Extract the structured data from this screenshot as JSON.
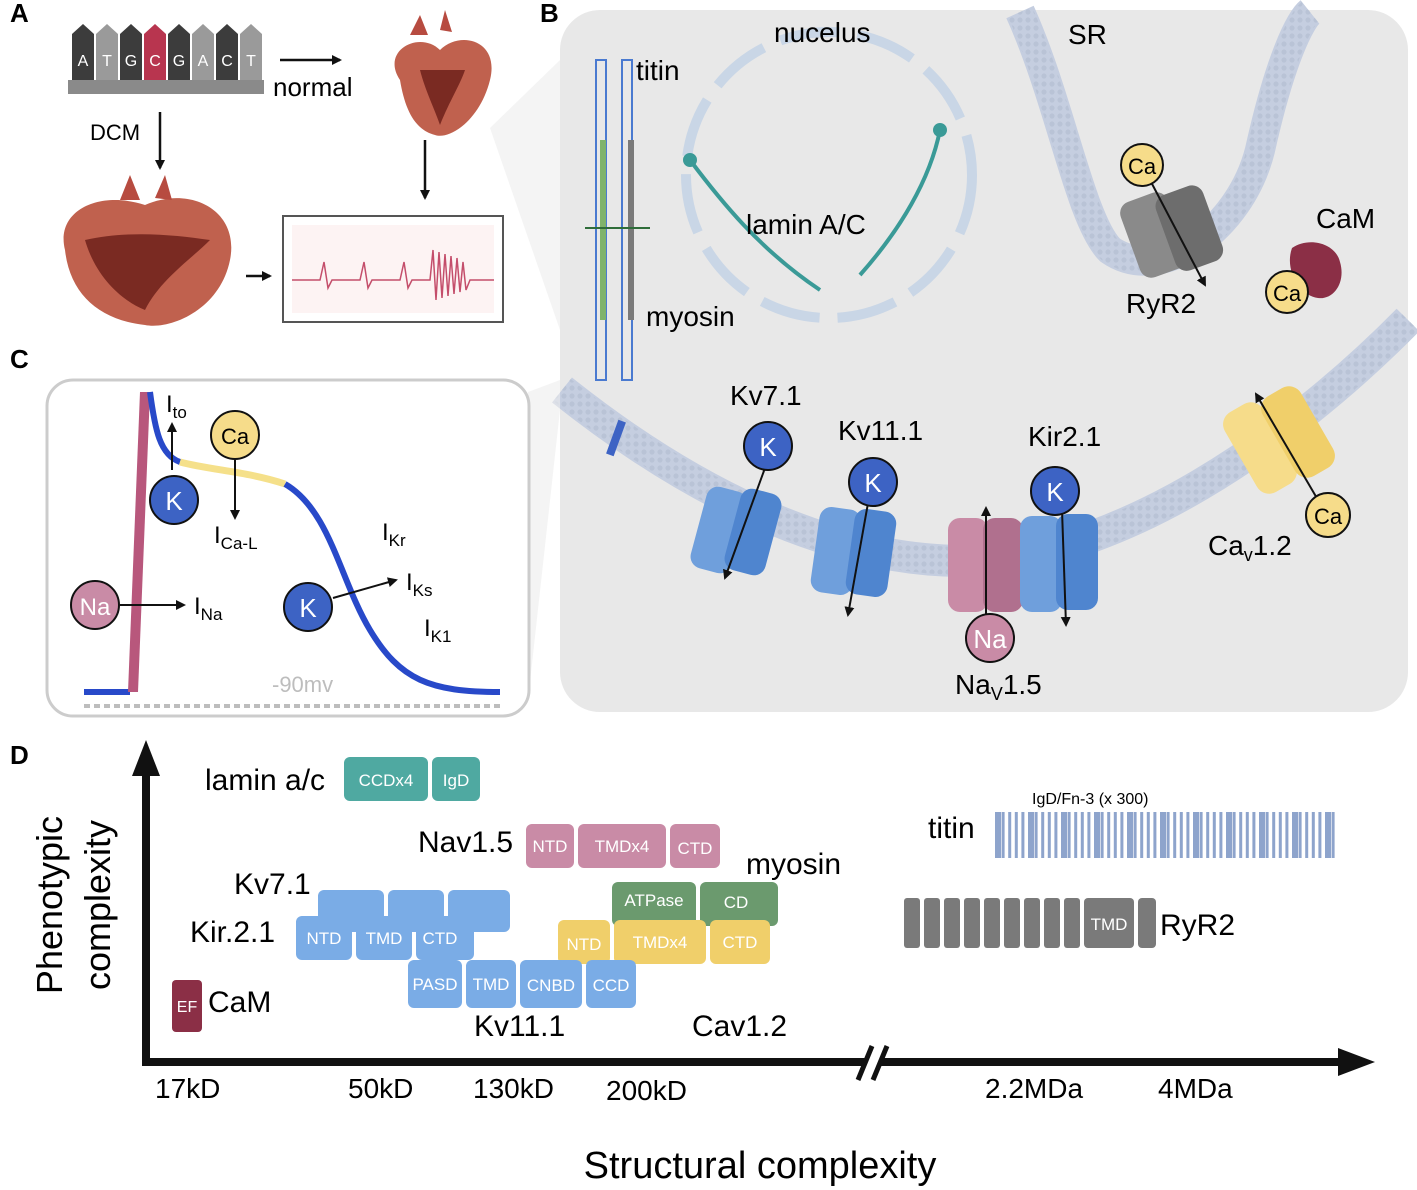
{
  "panels": {
    "a": "A",
    "b": "B",
    "c": "C",
    "d": "D"
  },
  "panel_a": {
    "bases": [
      "A",
      "T",
      "G",
      "C",
      "G",
      "A",
      "C",
      "T"
    ],
    "normal_label": "normal",
    "dcm_label": "DCM"
  },
  "panel_b": {
    "nucleus": "nucelus",
    "sr": "SR",
    "titin": "titin",
    "myosin": "myosin",
    "lamin": "lamin A/C",
    "cam": "CaM",
    "ryr2": "RyR2",
    "kv71": "Kv7.1",
    "kv111": "Kv11.1",
    "kir21": "Kir2.1",
    "nav15_base": "Na",
    "nav15_sub": "V",
    "nav15_suffix": "1.5",
    "cav12_base": "Ca",
    "cav12_sub": "v",
    "cav12_suffix": "1.2"
  },
  "ions": {
    "ca": "Ca",
    "k": "K",
    "na": "Na"
  },
  "panel_c": {
    "ito_base": "I",
    "ito_sub": "to",
    "ical_base": "I",
    "ical_sub": "Ca-L",
    "ina_base": "I",
    "ina_sub": "Na",
    "ikr_base": "I",
    "ikr_sub": "Kr",
    "iks_base": "I",
    "iks_sub": "Ks",
    "ik1_base": "I",
    "ik1_sub": "K1",
    "rest_potential": "-90mv"
  },
  "panel_d": {
    "y_axis_line1": "Phenotypic",
    "y_axis_line2": "complexity",
    "x_axis": "Structural complexity",
    "x_ticks": [
      "17kD",
      "50kD",
      "130kD",
      "200kD",
      "2.2MDa",
      "4MDa"
    ],
    "proteins": {
      "lamin": {
        "name": "lamin a/c",
        "domains": [
          "CCDx4",
          "IgD"
        ]
      },
      "nav15": {
        "name": "Nav1.5",
        "domains": [
          "NTD",
          "TMDx4",
          "CTD"
        ]
      },
      "kv71": {
        "name": "Kv7.1"
      },
      "kir21": {
        "name": "Kir.2.1",
        "domains": [
          "NTD",
          "TMD",
          "CTD"
        ]
      },
      "myosin": {
        "name": "myosin",
        "domains": [
          "ATPase",
          "CD"
        ]
      },
      "cav12": {
        "name": "Cav1.2",
        "domains": [
          "NTD",
          "TMDx4",
          "CTD"
        ]
      },
      "kv111": {
        "name": "Kv11.1",
        "domains": [
          "PASD",
          "TMD",
          "CNBD",
          "CCD"
        ]
      },
      "cam": {
        "name": "CaM",
        "domains": [
          "EF"
        ]
      },
      "titin": {
        "name": "titin",
        "repeat_label": "IgD/Fn-3 (x 300)"
      },
      "ryr2": {
        "name": "RyR2",
        "domains": [
          "TMD"
        ]
      }
    }
  },
  "colors": {
    "na": "#c98ba6",
    "k": "#3d63c4",
    "ca": "#f6dc8a",
    "kv_channel": "#6f9fdc",
    "cav_channel": "#f0cf6a",
    "nav_channel": "#c07896",
    "ryr_channel": "#7a7a7a",
    "lamin_domain": "#4fa9a1",
    "nav_domain": "#c98ba6",
    "kir_domain": "#7aace6",
    "myosin_domain": "#6b9a6e",
    "cav_domain": "#f0cf6a",
    "cam_domain": "#8b2f46",
    "titin_domain": "#8ea4cc",
    "ryr_domain": "#7a7a7a",
    "ap_curve": "#2849c9",
    "ap_upstroke": "#b8577c"
  }
}
